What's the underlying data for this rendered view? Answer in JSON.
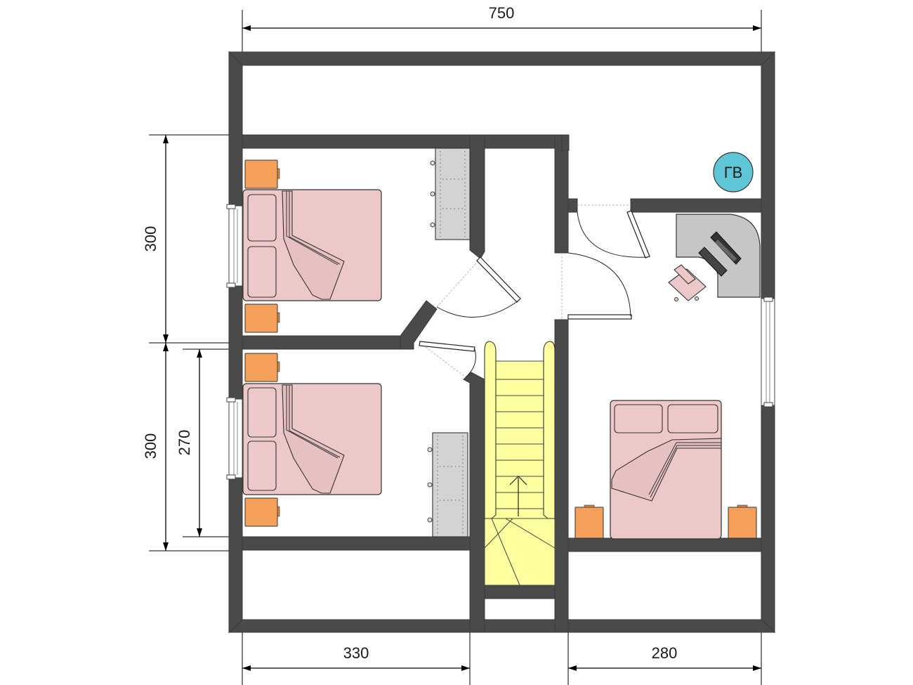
{
  "plan": {
    "dimensions": {
      "top_width": "750",
      "left_upper_height": "300",
      "left_lower_height": "300",
      "left_inner_height": "270",
      "bottom_left_width": "330",
      "bottom_right_width": "280"
    },
    "labels": {
      "boiler": "ГВ"
    }
  },
  "colors": {
    "wall": "#4a4a4a",
    "bed": "#ecc8c8",
    "nightstand": "#f5a05a",
    "stair": "#ffffa0",
    "boiler": "#5fc6d8",
    "wardrobe": "#d3d3d3"
  }
}
